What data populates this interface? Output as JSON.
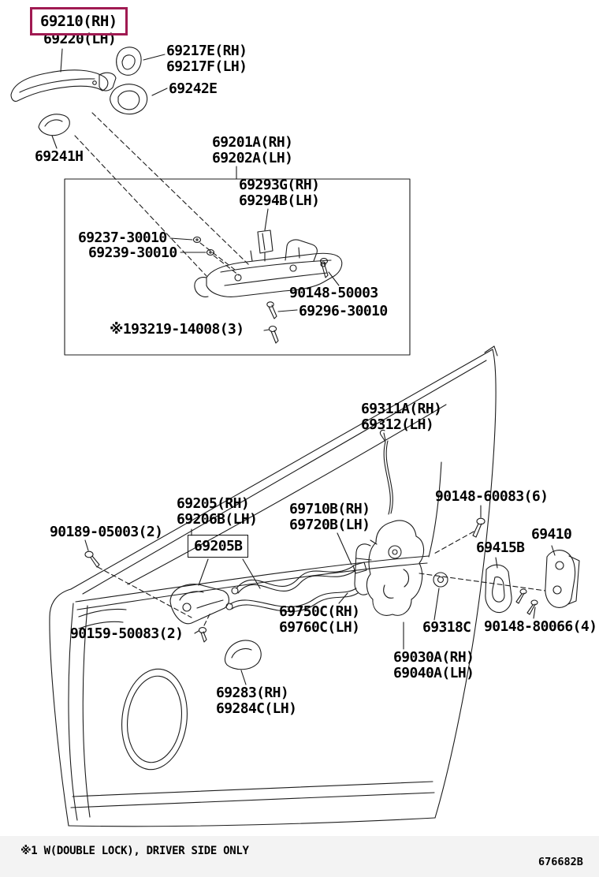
{
  "page": {
    "background": "#ffffff",
    "line_color": "#1c1c1c",
    "footnote": "※1 W(DOUBLE LOCK), DRIVER SIDE ONLY",
    "figure_number": "676682B"
  },
  "highlight": {
    "border_color": "#a01a52",
    "selected_part": "69210(RH)"
  },
  "labels": [
    {
      "id": "69210-rh",
      "text": "69210(RH)",
      "highlighted": true
    },
    {
      "id": "69220-lh",
      "text": "69220(LH)"
    },
    {
      "id": "69217e-rh",
      "text": "69217E(RH)"
    },
    {
      "id": "69217f-lh",
      "text": "69217F(LH)"
    },
    {
      "id": "69242e",
      "text": "69242E"
    },
    {
      "id": "69241h",
      "text": "69241H"
    },
    {
      "id": "69201a-rh",
      "text": "69201A(RH)"
    },
    {
      "id": "69202a-lh",
      "text": "69202A(LH)"
    },
    {
      "id": "69293g-rh",
      "text": "69293G(RH)"
    },
    {
      "id": "69294b-lh",
      "text": "69294B(LH)"
    },
    {
      "id": "69237-30010",
      "text": "69237-30010"
    },
    {
      "id": "69239-30010",
      "text": "69239-30010"
    },
    {
      "id": "90148-50003",
      "text": "90148-50003"
    },
    {
      "id": "69296-30010",
      "text": "69296-30010"
    },
    {
      "id": "93219-14008",
      "text": "※193219-14008(3)"
    },
    {
      "id": "69311a-rh",
      "text": "69311A(RH)"
    },
    {
      "id": "69312-lh",
      "text": "69312(LH)"
    },
    {
      "id": "90148-60083",
      "text": "90148-60083(6)"
    },
    {
      "id": "69410",
      "text": "69410"
    },
    {
      "id": "69415b",
      "text": "69415B"
    },
    {
      "id": "69205-rh",
      "text": "69205(RH)"
    },
    {
      "id": "69206b-lh",
      "text": "69206B(LH)"
    },
    {
      "id": "69710b-rh",
      "text": "69710B(RH)"
    },
    {
      "id": "69720b-lh",
      "text": "69720B(LH)"
    },
    {
      "id": "90189-05003",
      "text": "90189-05003(2)"
    },
    {
      "id": "69205b",
      "text": "69205B"
    },
    {
      "id": "69750c-rh",
      "text": "69750C(RH)"
    },
    {
      "id": "69760c-lh",
      "text": "69760C(LH)"
    },
    {
      "id": "90159-50083",
      "text": "90159-50083(2)"
    },
    {
      "id": "69318c",
      "text": "69318C"
    },
    {
      "id": "90148-80066",
      "text": "90148-80066(4)"
    },
    {
      "id": "69030a-rh",
      "text": "69030A(RH)"
    },
    {
      "id": "69040a-lh",
      "text": "69040A(LH)"
    },
    {
      "id": "69283-rh",
      "text": "69283(RH)"
    },
    {
      "id": "69284c-lh",
      "text": "69284C(LH)"
    }
  ]
}
